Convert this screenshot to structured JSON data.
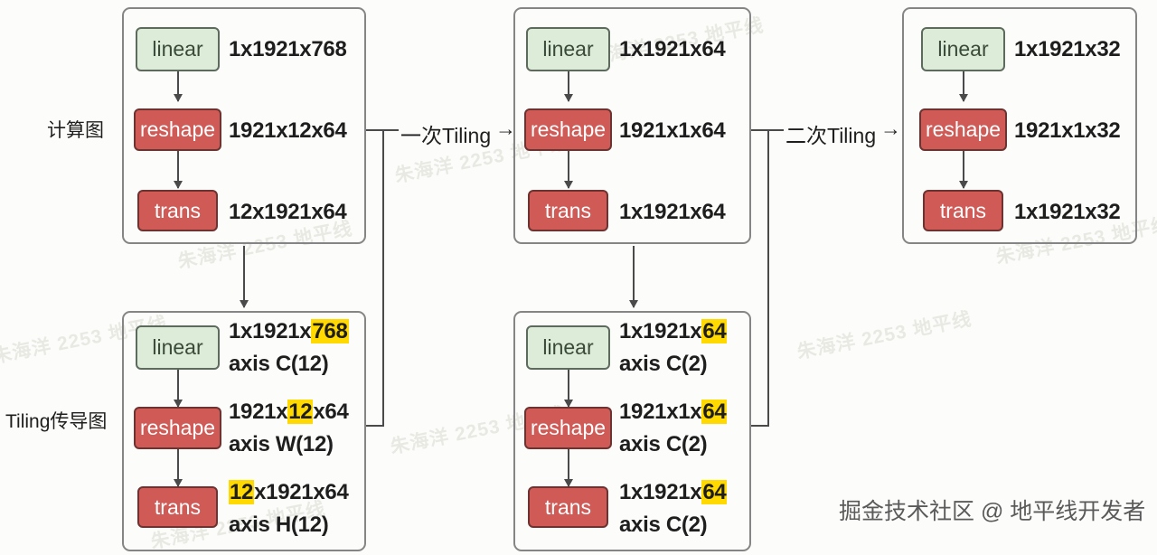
{
  "captions": {
    "compute_graph": "计算图",
    "tiling_graph": "Tiling传导图"
  },
  "connectors": [
    {
      "label": "一次Tiling",
      "arrow": "→"
    },
    {
      "label": "二次Tiling",
      "arrow": "→"
    }
  ],
  "nodes": {
    "linear": "linear",
    "reshape": "reshape",
    "trans": "trans"
  },
  "colors": {
    "linear_fill": "#dcecd8",
    "linear_border": "#5d6b5c",
    "op_fill": "#cf5a56",
    "op_border": "#6d3330",
    "panel_border": "#858585",
    "highlight": "#ffd900",
    "background": "#fcfcfa"
  },
  "panels": [
    {
      "id": "compute-col1",
      "rows": [
        {
          "node": "linear",
          "shape_pre": "1x1921x",
          "shape_hl": "",
          "shape_post": "768",
          "axis": ""
        },
        {
          "node": "reshape",
          "shape_pre": "1921x",
          "shape_hl": "",
          "shape_post": "12x64",
          "axis": ""
        },
        {
          "node": "trans",
          "shape_pre": "12x1921x64",
          "shape_hl": "",
          "shape_post": "",
          "axis": ""
        }
      ]
    },
    {
      "id": "compute-col2",
      "rows": [
        {
          "node": "linear",
          "shape_pre": "1x1921x64",
          "shape_hl": "",
          "shape_post": "",
          "axis": ""
        },
        {
          "node": "reshape",
          "shape_pre": "1921x1x64",
          "shape_hl": "",
          "shape_post": "",
          "axis": ""
        },
        {
          "node": "trans",
          "shape_pre": "1x1921x64",
          "shape_hl": "",
          "shape_post": "",
          "axis": ""
        }
      ]
    },
    {
      "id": "compute-col3",
      "rows": [
        {
          "node": "linear",
          "shape_pre": "1x1921x32",
          "shape_hl": "",
          "shape_post": "",
          "axis": ""
        },
        {
          "node": "reshape",
          "shape_pre": "1921x1x32",
          "shape_hl": "",
          "shape_post": "",
          "axis": ""
        },
        {
          "node": "trans",
          "shape_pre": "1x1921x32",
          "shape_hl": "",
          "shape_post": "",
          "axis": ""
        }
      ]
    },
    {
      "id": "tiling-col1",
      "rows": [
        {
          "node": "linear",
          "shape_pre": "1x1921x",
          "shape_hl": "768",
          "shape_post": "",
          "axis": "axis C(12)"
        },
        {
          "node": "reshape",
          "shape_pre": "1921x",
          "shape_hl": "12",
          "shape_post": "x64",
          "axis": "axis W(12)"
        },
        {
          "node": "trans",
          "shape_pre": "",
          "shape_hl": "12",
          "shape_post": "x1921x64",
          "axis": "axis H(12)"
        }
      ]
    },
    {
      "id": "tiling-col2",
      "rows": [
        {
          "node": "linear",
          "shape_pre": "1x1921x",
          "shape_hl": "64",
          "shape_post": "",
          "axis": "axis C(2)"
        },
        {
          "node": "reshape",
          "shape_pre": "1921x1x",
          "shape_hl": "64",
          "shape_post": "",
          "axis": "axis C(2)"
        },
        {
          "node": "trans",
          "shape_pre": "1x1921x",
          "shape_hl": "64",
          "shape_post": "",
          "axis": "axis C(2)"
        }
      ]
    }
  ],
  "watermarks": [
    "朱海洋 2253 地平线",
    "朱海洋 2253 地平线",
    "朱海洋 2253 地平线",
    "朱海洋 2253 地平线",
    "朱海洋 2253 地平线",
    "朱海洋 2253 地平线",
    "朱海洋 2253 地平线",
    "朱海洋 2253 地平线"
  ],
  "attribution": "掘金技术社区 @ 地平线开发者"
}
